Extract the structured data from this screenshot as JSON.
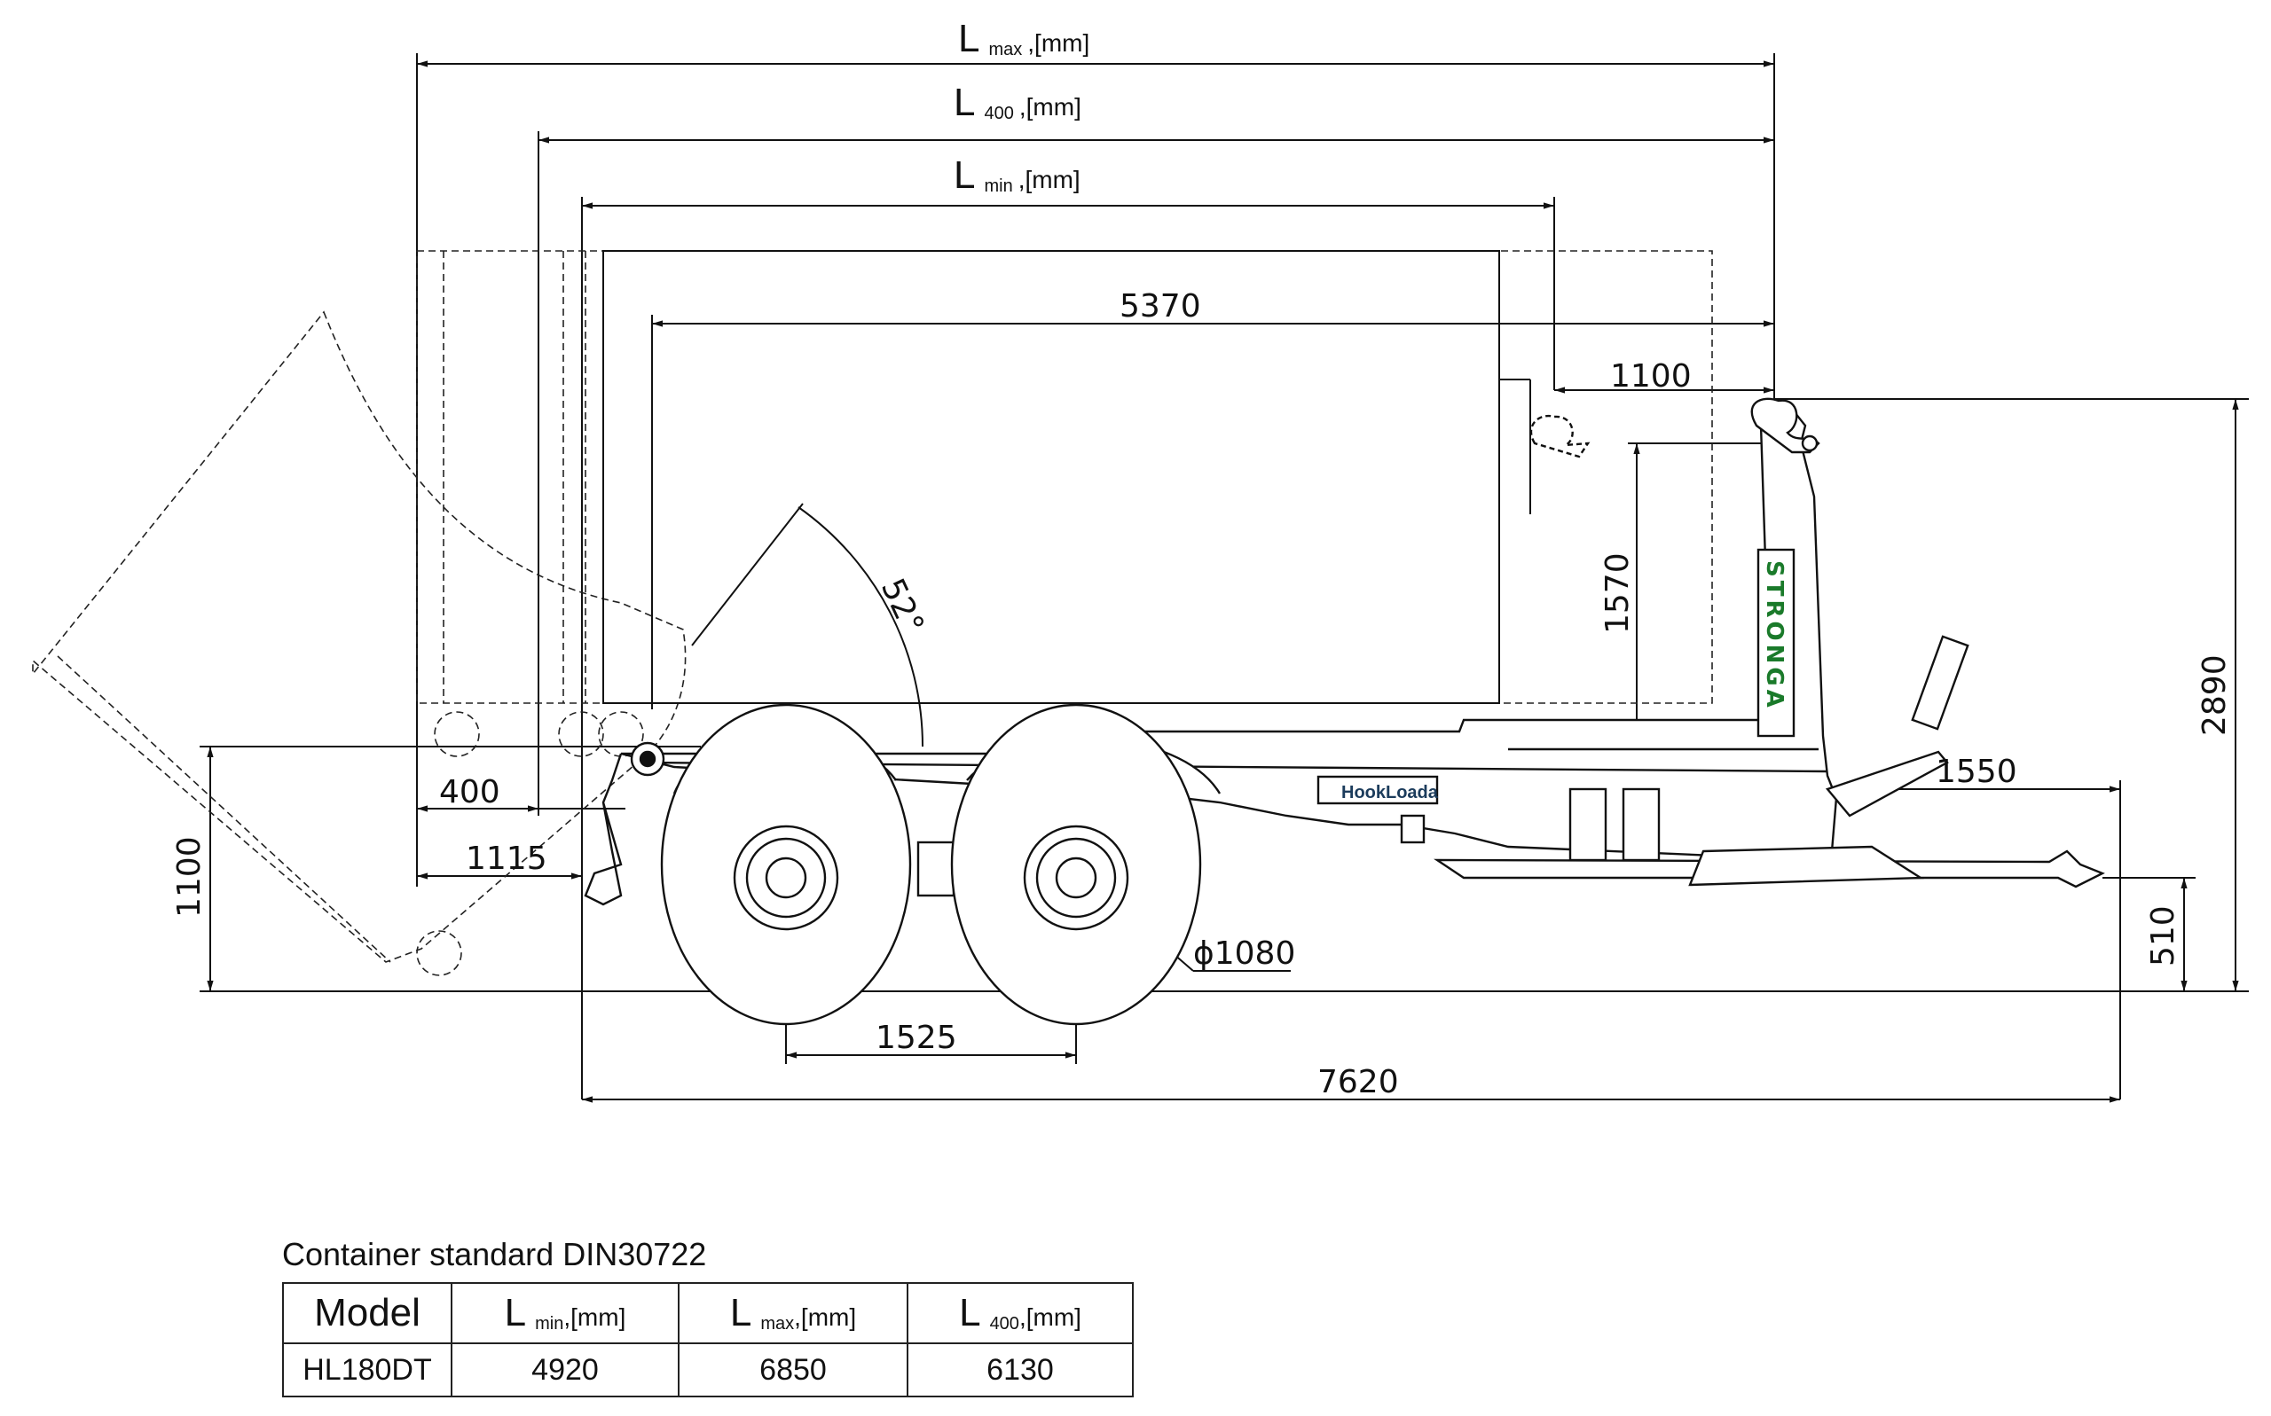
{
  "dimensions": {
    "l_max_label": {
      "letter": "L",
      "sub": "max",
      "unit": ",[mm]"
    },
    "l_400_label": {
      "letter": "L",
      "sub": "400",
      "unit": ",[mm]"
    },
    "l_min_label": {
      "letter": "L",
      "sub": "min",
      "unit": ",[mm]"
    },
    "container_length": "5370",
    "hook_offset": "1100",
    "hook_height": "1570",
    "overall_height": "2890",
    "rear_overhang": "1550",
    "front_offset_400": "400",
    "front_offset_1115": "1115",
    "tipping_angle": "52°",
    "frame_height": "1100",
    "drawbar_height": "510",
    "wheel_diameter": "ϕ1080",
    "axle_spacing": "1525",
    "overall_length": "7620"
  },
  "branding": {
    "hookloada": "HookLoada",
    "stronga": "STRONGA"
  },
  "table": {
    "caption": "Container standard DIN30722",
    "headers": {
      "model": "Model",
      "l_min": {
        "letter": "L",
        "sub": "min",
        "unit": ",[mm]"
      },
      "l_max": {
        "letter": "L",
        "sub": "max",
        "unit": ",[mm]"
      },
      "l_400": {
        "letter": "L",
        "sub": "400",
        "unit": ",[mm]"
      }
    },
    "rows": [
      {
        "model": "HL180DT",
        "l_min": "4920",
        "l_max": "6850",
        "l_400": "6130"
      }
    ]
  }
}
